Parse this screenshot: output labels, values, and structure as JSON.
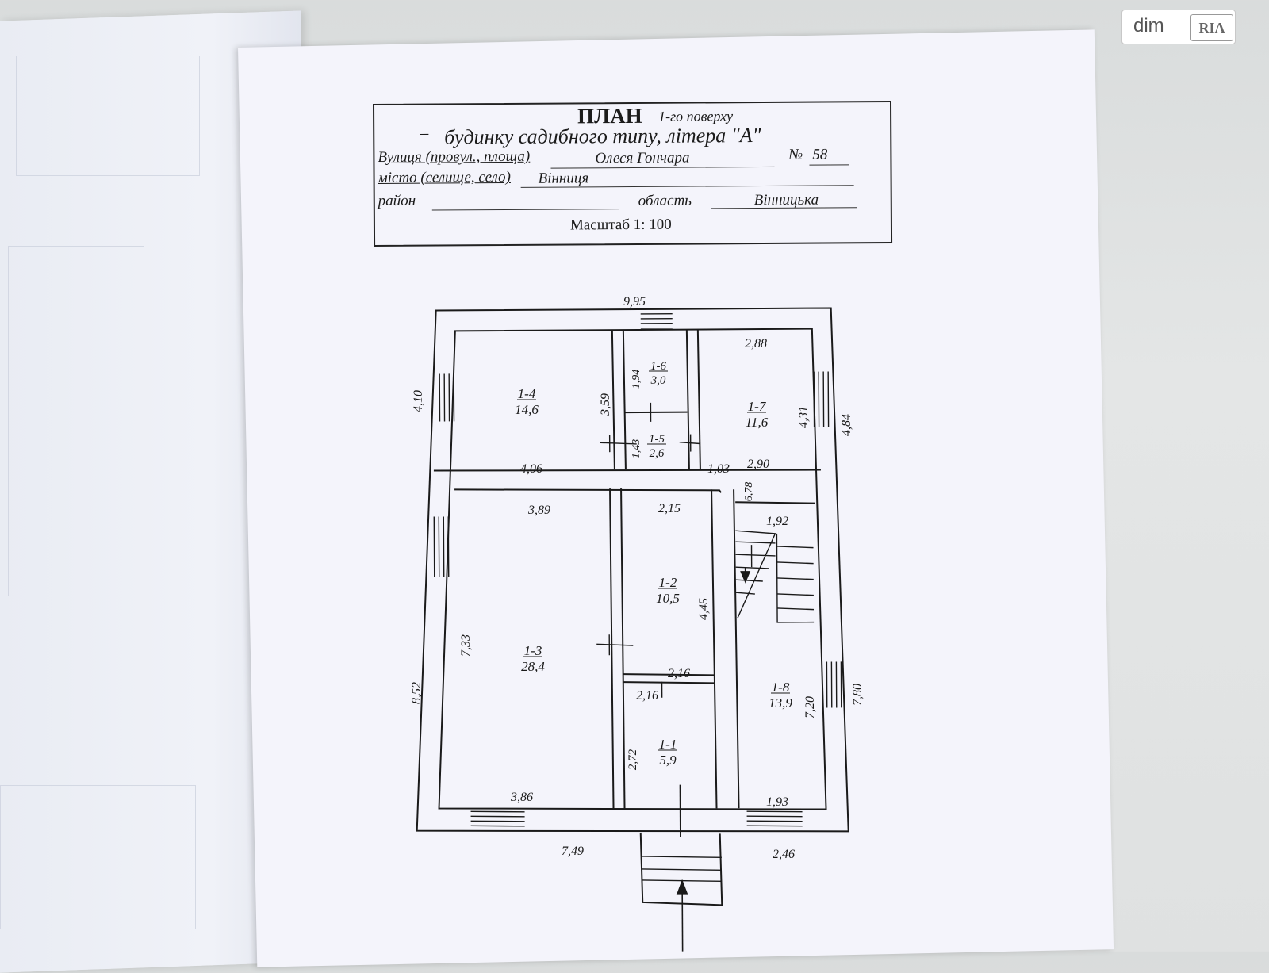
{
  "logo": {
    "brand": "dim",
    "badge": "RIA"
  },
  "title_block": {
    "heading": "ПЛАН",
    "floor": "1-го поверху",
    "subtitle": "будинку садибного типу, літера \"А\"",
    "street_label": "Вулиця (провул., площа)",
    "street_value": "Олеся Гончара",
    "number_label": "№",
    "number_value": "58",
    "city_label": "місто (селище, село)",
    "city_value": "Вінниця",
    "district_label": "район",
    "district_value": "",
    "region_label": "область",
    "region_value": "Вінницька",
    "scale": "Масштаб  1: 100"
  },
  "plan": {
    "rooms": [
      {
        "id": "1-1",
        "area": "5,9"
      },
      {
        "id": "1-2",
        "area": "10,5"
      },
      {
        "id": "1-3",
        "area": "28,4"
      },
      {
        "id": "1-4",
        "area": "14,6"
      },
      {
        "id": "1-5",
        "area": "2,6"
      },
      {
        "id": "1-6",
        "area": "3,0"
      },
      {
        "id": "1-7",
        "area": "11,6"
      },
      {
        "id": "1-8",
        "area": "13,9"
      }
    ],
    "dimensions": {
      "overall_width": "9,95",
      "r17_width": "2,88",
      "left_upper": "4,10",
      "r14_height": "3,59",
      "r16_height": "1,94",
      "r15_height": "1,43",
      "r17_height": "4,31",
      "right_upper": "4,84",
      "r14_width": "4,06",
      "r15_bottom": "1,03",
      "r17_bottom": "2,90",
      "corridor_height": "6,78",
      "r13_top": "3,89",
      "r12_top": "2,15",
      "stair_width": "1,92",
      "r12_height": "4,45",
      "r13_height": "7,33",
      "r12_bottom": "2,16",
      "r11_top": "2,16",
      "r18_height": "7,20",
      "right_lower": "7,80",
      "left_total": "8,52",
      "r11_height": "2,72",
      "r13_bottom": "3,86",
      "r18_bottom": "1,93",
      "bottom_left": "7,49",
      "bottom_right": "2,46"
    }
  }
}
